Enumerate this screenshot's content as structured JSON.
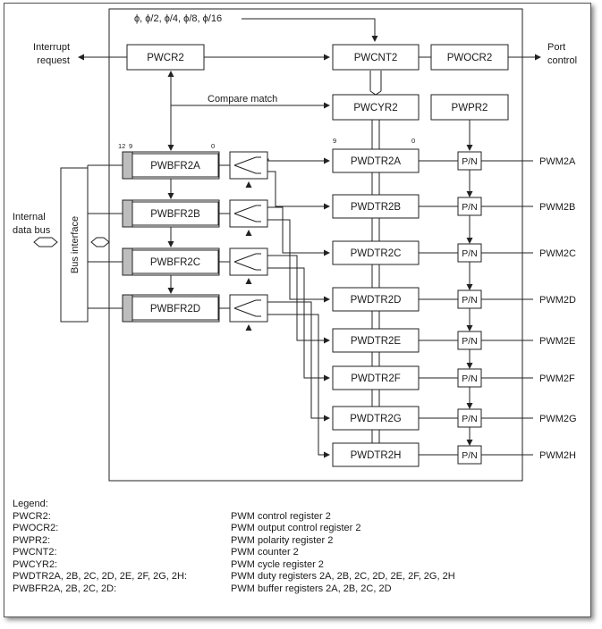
{
  "clock_label": "ϕ, ϕ/2, ϕ/4, ϕ/8, ϕ/16",
  "interrupt": [
    "Interrupt",
    "request"
  ],
  "port": [
    "Port",
    "control"
  ],
  "internal_bus": [
    "Internal",
    "data bus"
  ],
  "bus_interface": "Bus interface",
  "compare_match": "Compare match",
  "registers": {
    "pwcr2": "PWCR2",
    "pwcnt2": "PWCNT2",
    "pwocr2": "PWOCR2",
    "pwcyr2": "PWCYR2",
    "pwpr2": "PWPR2"
  },
  "buffers": [
    "PWBFR2A",
    "PWBFR2B",
    "PWBFR2C",
    "PWBFR2D"
  ],
  "duty": [
    "PWDTR2A",
    "PWDTR2B",
    "PWDTR2C",
    "PWDTR2D",
    "PWDTR2E",
    "PWDTR2F",
    "PWDTR2G",
    "PWDTR2H"
  ],
  "pn_label": "P/N",
  "outputs": [
    "PWM2A",
    "PWM2B",
    "PWM2C",
    "PWM2D",
    "PWM2E",
    "PWM2F",
    "PWM2G",
    "PWM2H"
  ],
  "bit_labels": {
    "buf_hi": "12",
    "buf_mid": "9",
    "buf_lo": "0",
    "dtr_hi": "9",
    "dtr_lo": "0"
  },
  "legend": {
    "title": "Legend:",
    "rows": [
      {
        "term": "PWCR2:",
        "desc": "PWM control register 2"
      },
      {
        "term": "PWOCR2:",
        "desc": "PWM output control register 2"
      },
      {
        "term": "PWPR2:",
        "desc": "PWM polarity register 2"
      },
      {
        "term": "PWCNT2:",
        "desc": "PWM counter 2"
      },
      {
        "term": "PWCYR2:",
        "desc": "PWM cycle register 2"
      },
      {
        "term": "PWDTR2A, 2B, 2C, 2D, 2E, 2F, 2G, 2H:",
        "desc": "PWM duty registers 2A, 2B, 2C, 2D, 2E, 2F, 2G, 2H"
      },
      {
        "term": "PWBFR2A, 2B, 2C, 2D:",
        "desc": "PWM buffer registers 2A, 2B, 2C, 2D"
      }
    ]
  }
}
